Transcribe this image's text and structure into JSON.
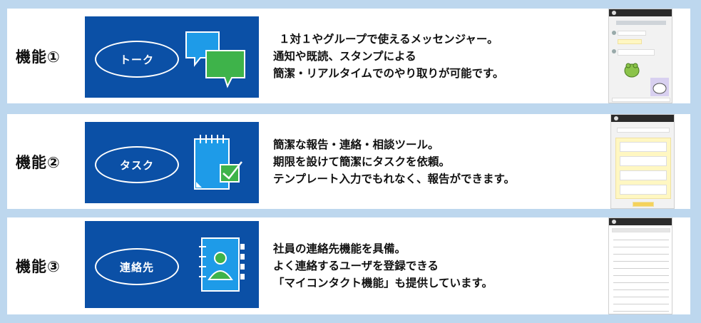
{
  "features": [
    {
      "label": "機能①",
      "badge": "トーク",
      "icon": "chat-bubbles-icon",
      "lines": [
        "１対１やグループで使えるメッセンジャー。",
        "通知や既読、スタンプによる",
        "簡潔・リアルタイムでのやり取りが可能です。"
      ]
    },
    {
      "label": "機能②",
      "badge": "タスク",
      "icon": "notepad-check-icon",
      "lines": [
        "簡潔な報告・連絡・相談ツール。",
        "期限を設けて簡潔にタスクを依頼。",
        "テンプレート入力でもれなく、報告ができます。"
      ]
    },
    {
      "label": "機能③",
      "badge": "連絡先",
      "icon": "address-book-icon",
      "lines": [
        "社員の連絡先機能を具備。",
        "よく連絡するユーザを登録できる",
        "「マイコンタクト機能」も提供しています。"
      ]
    }
  ],
  "colors": {
    "background": "#bdd7ee",
    "banner": "#0b50a6",
    "bubble_blue": "#1e9be8",
    "bubble_green": "#3eb34a",
    "check_green": "#3eb34a"
  }
}
